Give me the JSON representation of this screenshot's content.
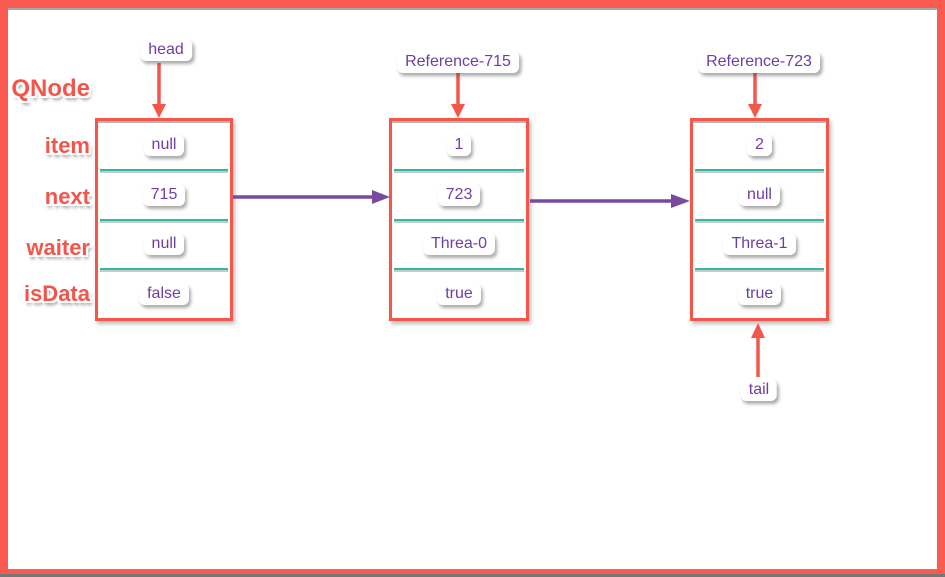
{
  "diagram": {
    "class_label": "QNode",
    "field_labels": [
      "item",
      "next",
      "waiter",
      "isData"
    ],
    "nodes": [
      {
        "label": "head",
        "values": [
          "null",
          "715",
          "null",
          "false"
        ]
      },
      {
        "label": "Reference-715",
        "values": [
          "1",
          "723",
          "Threa-0",
          "true"
        ]
      },
      {
        "label": "Reference-723",
        "values": [
          "2",
          "null",
          "Threa-1",
          "true"
        ]
      }
    ],
    "tail_label": "tail",
    "colors": {
      "frame": "#f95b50",
      "node_border": "#f4564a",
      "separator": "#2fb7a6",
      "value_text": "#6f3da6",
      "field_label_text": "#f4554a",
      "pointer_arrow_red": "#f4564a",
      "next_arrow_purple": "#7a4a9e"
    }
  }
}
